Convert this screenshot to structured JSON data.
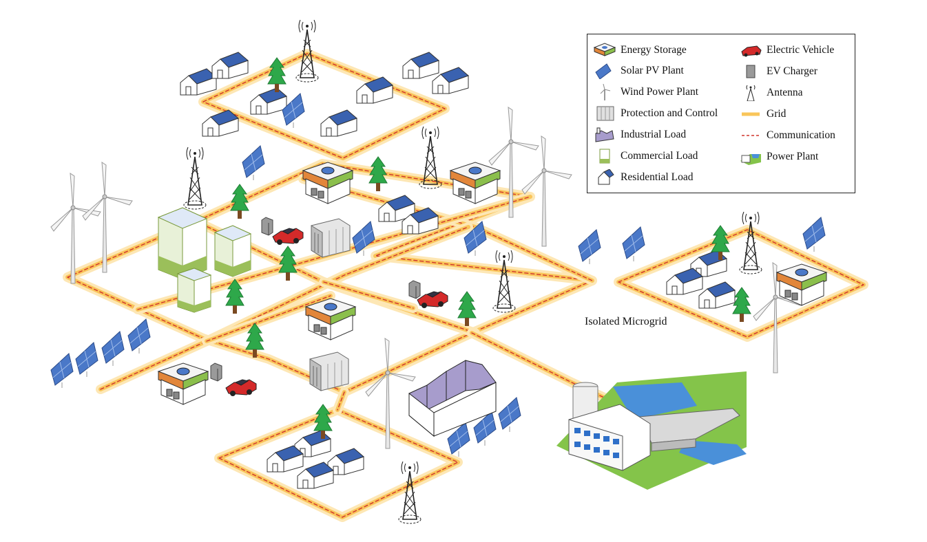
{
  "legend": {
    "items": [
      {
        "label": "Energy Storage",
        "icon": "energy-storage-icon"
      },
      {
        "label": "Solar PV Plant",
        "icon": "solar-panel-icon"
      },
      {
        "label": "Wind Power Plant",
        "icon": "wind-turbine-icon"
      },
      {
        "label": "Protection and Control",
        "icon": "protection-control-icon"
      },
      {
        "label": "Industrial Load",
        "icon": "industrial-load-icon"
      },
      {
        "label": "Commercial Load",
        "icon": "commercial-load-icon"
      },
      {
        "label": "Residential Load",
        "icon": "house-icon"
      },
      {
        "label": "Electric Vehicle",
        "icon": "electric-vehicle-icon"
      },
      {
        "label": "EV Charger",
        "icon": "ev-charger-icon"
      },
      {
        "label": "Antenna",
        "icon": "antenna-icon"
      },
      {
        "label": "Grid",
        "icon": "grid-line-icon"
      },
      {
        "label": "Communication",
        "icon": "communication-line-icon"
      },
      {
        "label": "Power Plant",
        "icon": "power-plant-icon"
      }
    ]
  },
  "isolated_microgrid_label": "Isolated Microgrid",
  "colors": {
    "grid": "#f9c55a",
    "grid_glow": "#fde7b5",
    "communication": "#d0342c",
    "solar_panel": "#4a78c8",
    "tree": "#2ea84a",
    "roof_blue": "#3a62b0",
    "commercial_green": "#9bbf5a",
    "factory_roof": "#a79ccc",
    "car_red": "#d42a2a",
    "land_green": "#84c44a",
    "water": "#4a90d9"
  }
}
